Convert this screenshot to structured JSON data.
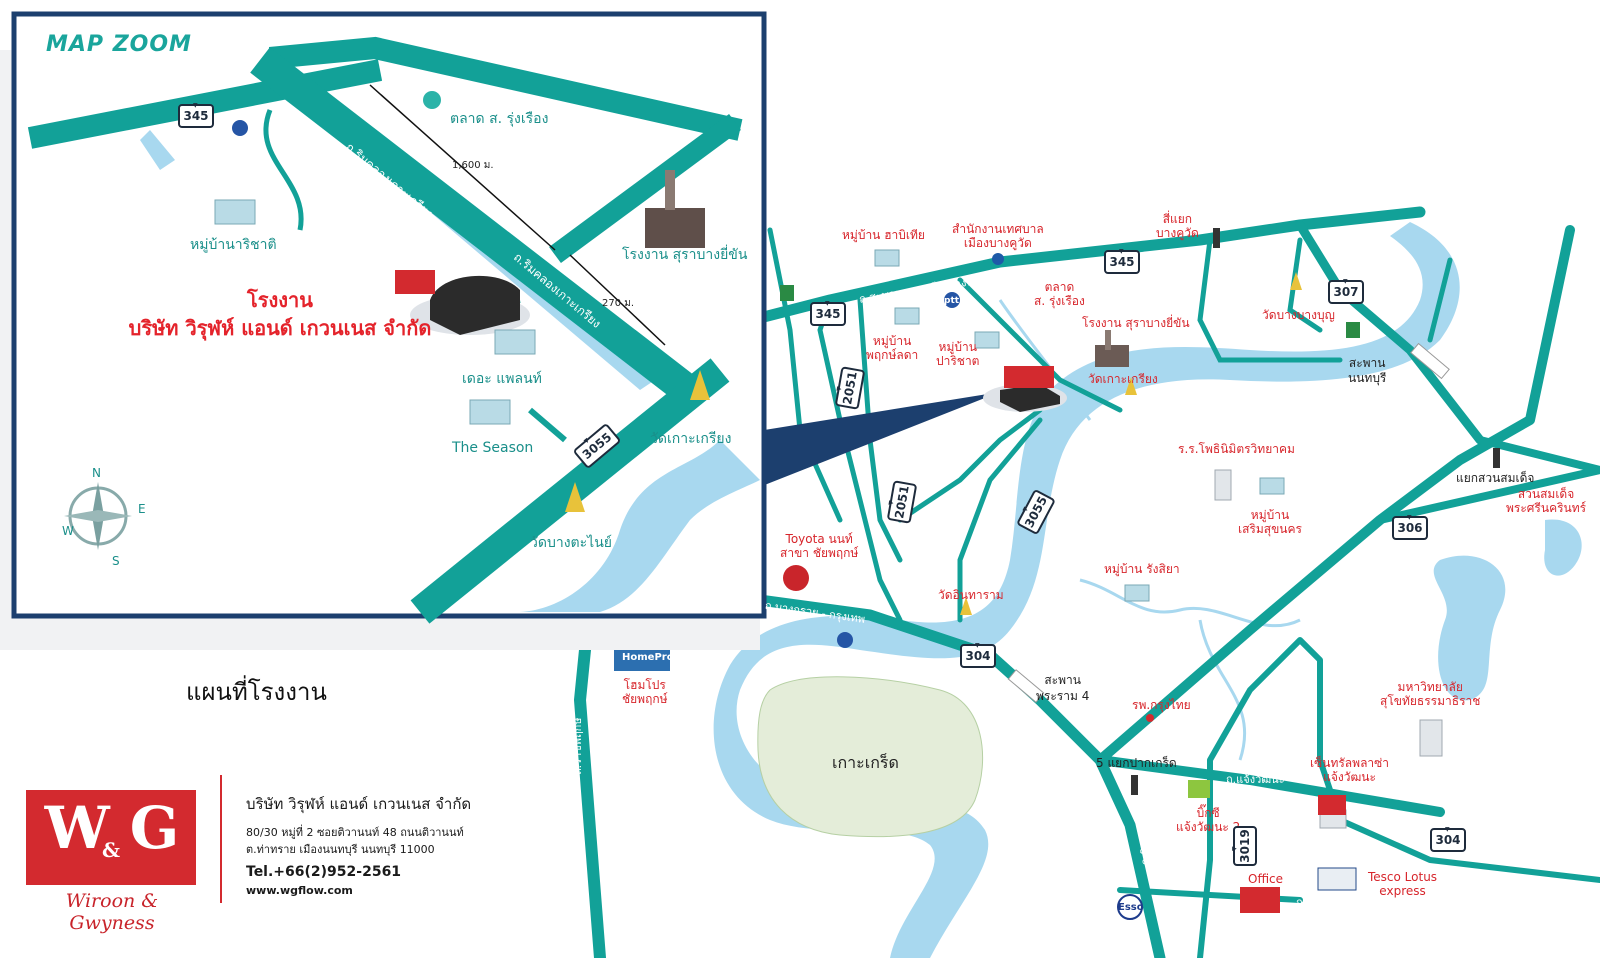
{
  "zoom_title": "MAP ZOOM",
  "page_title": "แผนที่โรงงาน",
  "factory": {
    "line1": "โรงงาน",
    "line2": "บริษัท วิรุฬห์ แอนด์ เกวนเนส จำกัด"
  },
  "company": {
    "name": "บริษัท วิรุฬห์ แอนด์ เกวนเนส จำกัด",
    "address_line1": "80/30 หมู่ที่ 2 ซอยติวานนท์ 48 ถนนติวานนท์",
    "address_line2": "ต.ท่าทราย เมืองนนทบุรี นนทบุรี 11000",
    "tel": "Tel.+66(2)952-2561",
    "website": "www.wgflow.com",
    "logo_mark": "W",
    "logo_mark2": "G",
    "logo_amp": "&",
    "logo_name": "Wiroon & Gwyness"
  },
  "zoom_labels": {
    "market": "ตลาด ส. รุ่งเรือง",
    "road_klong_1": "ถ.ริมคลองเกาะเกรียง",
    "road_klong_2": "ถ.ริมคลองเกาะเกรียง",
    "dist_1600": "1,600 ม.",
    "dist_270": "270 ม.",
    "village_narichat": "หมู่บ้านาริชาติ",
    "liquor_factory": "โรงงาน สุราบางยี่ขัน",
    "the_planet": "เดอะ แพลนท์",
    "the_season": "The Season",
    "wat_koh_kriang": "วัดเกาะเกรียง",
    "wat_bang_tanai": "วัดบางตะไนย์",
    "compass_n": "N",
    "compass_s": "S",
    "compass_e": "E",
    "compass_w": "W"
  },
  "main_labels": {
    "moo_habitia": "หมู่บ้าน ฮาบิเทีย",
    "municipal_office_1": "สำนักงานเทศบาล",
    "municipal_office_2": "เมืองบางคูวัด",
    "si_yaek_1": "สี่แยก",
    "si_yaek_2": "บางคูวัด",
    "road_sapan": "ถ.สะพานนนทบุรี - บางบัวทอง",
    "market_1": "ตลาด",
    "market_2": "ส. รุ่งเรือง",
    "moo_pruksa_1": "หมู่บ้าน",
    "moo_pruksa_2": "พฤกษ์ลดา",
    "moo_parichat_1": "หมู่บ้าน",
    "moo_parichat_2": "ปาริชาต",
    "liquor_factory": "โรงงาน สุราบางยี่ขัน",
    "wat_koh_kriang": "วัดเกาะเกรียง",
    "wat_bang_bun": "วัดบางบางบุญ",
    "bridge_nonthaburi_1": "สะพาน",
    "bridge_nonthaburi_2": "นนทบุรี",
    "school": "ร.ร.โพธินิมิตรวิทยาคม",
    "moo_sermsuk_1": "หมู่บ้าน",
    "moo_sermsuk_2": "เสริมสุขนคร",
    "yaek_suan": "แยกสวนสมเด็จ",
    "park_1": "สวนสมเด็จ",
    "park_2": "พระศรีนครินทร์",
    "toyota_1": "Toyota นนท์",
    "toyota_2": "สาขา ชัยพฤกษ์",
    "wat_intharam": "วัดอินทาราม",
    "moo_rungsiya": "หมู่บ้าน รังสิยา",
    "road_bangkruai": "ถ.บางกรวย - กรุงเทพ",
    "road_tiwanon": "ถ.ติวานนท์",
    "bridge_rama4_1": "สะพาน",
    "bridge_rama4_2": "พระราม 4",
    "koh_kret": "เกาะเกร็ด",
    "hospital": "รพ.กรุงไทย",
    "homepro_1": "โฮมโปร",
    "homepro_2": "ชัยพฤกษ์",
    "homepro_sign": "HomePro",
    "road_ratchaphruek": "ถ.ราชพฤกษ์",
    "yaek_pakkret": "5 แยกปากเกร็ด",
    "university_1": "มหาวิทยาลัย",
    "university_2": "สุโขทัยธรรมาธิราช",
    "road_chaengwattana": "ถ.แจ้งวัฒนะ",
    "bigc_1": "บิ๊กซี",
    "bigc_2": "แจ้งวัฒนะ 2",
    "central_1": "เซ็นทรัลพลาซ่า",
    "central_2": "แจ้งวัฒนะ",
    "office": "Office",
    "tesco_1": "Tesco Lotus",
    "tesco_2": "express",
    "road_tiwanon_2": "ถ.ติวานนท์",
    "road_samakkhi": "ถ.สามัคคี",
    "esso": "Esso",
    "ptt": "ptt"
  },
  "shields": {
    "r345_zoom": "345",
    "r3055_zoom": "3055",
    "r345_a": "345",
    "r345_b": "345",
    "r307": "307",
    "r306": "306",
    "r304_a": "304",
    "r304_b": "304",
    "r3019": "3019",
    "r2051_a": "2051",
    "r2051_b": "2051",
    "r3055": "3055"
  },
  "colors": {
    "road": "#12a198",
    "river": "#a8d8ef",
    "accent_red": "#d7252b",
    "frame": "#1c3f6e"
  }
}
